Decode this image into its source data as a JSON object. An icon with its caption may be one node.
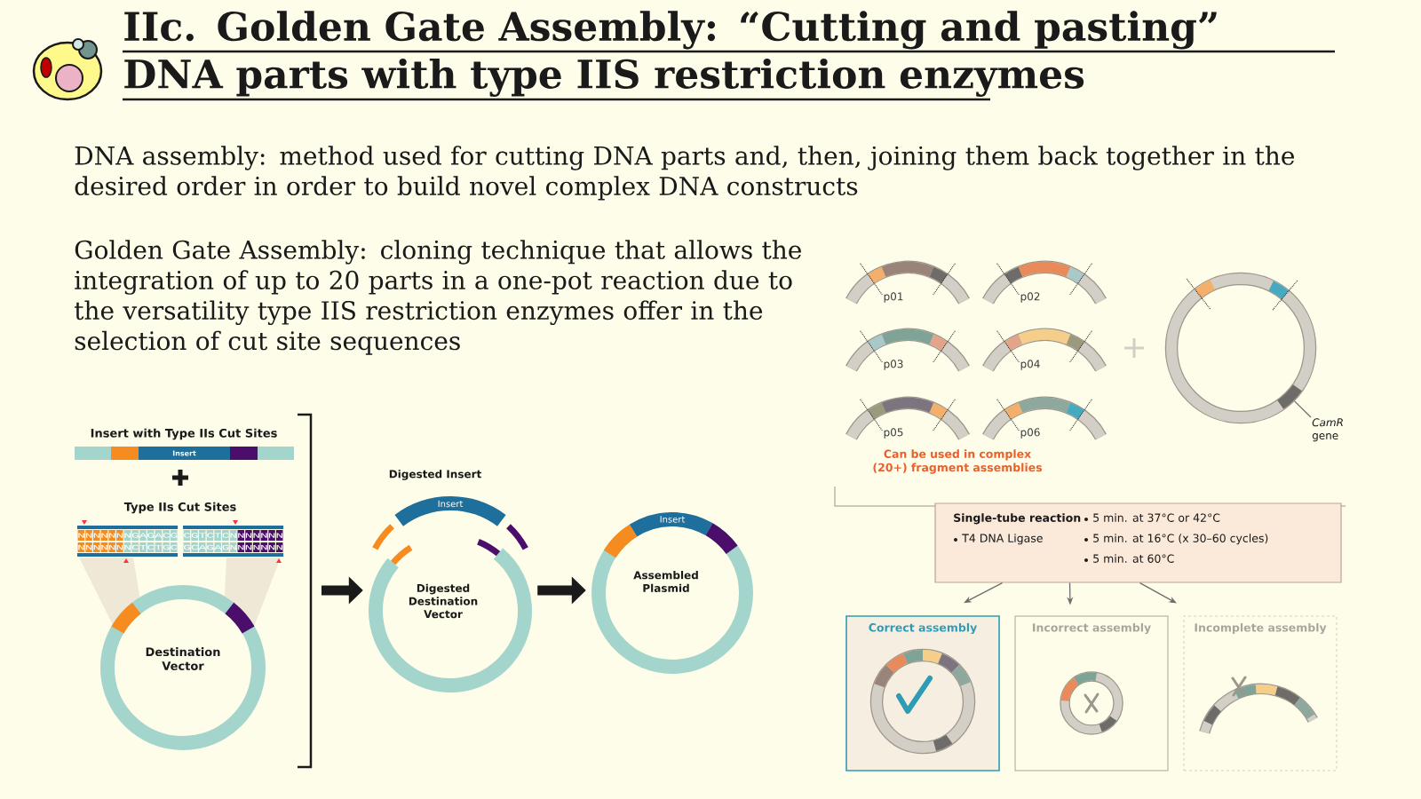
{
  "diagram": {
    "title": "IIc. Golden Gate Assembly: “Cutting and pasting” DNA parts with type IIS restriction enzymes",
    "nodes": [
      {
        "text": [
          "Insert with Type IIs Cut Sites",
          "Insert"
        ]
      },
      {
        "text": [
          "Type IIs Cut Sites"
        ]
      },
      {
        "text": [
          "Destination Vector"
        ]
      },
      {
        "text": [
          "Digested Insert",
          "Insert"
        ]
      },
      {
        "text": [
          "Digested Destination Vector"
        ]
      },
      {
        "text": [
          "Insert",
          "Assembled Plasmid"
        ]
      },
      {
        "text": [
          "p01"
        ]
      },
      {
        "text": [
          "p02"
        ]
      },
      {
        "text": [
          "p03"
        ]
      },
      {
        "text": [
          "p04"
        ]
      },
      {
        "text": [
          "p05"
        ]
      },
      {
        "text": [
          "p06"
        ]
      },
      {
        "text": [],
        "shape": "circle"
      },
      {
        "text": [
          "*CamR* gene"
        ]
      },
      {
        "text": [
          "Single-tube reaction",
          "T4 DNA Ligase",
          "5 min. at 37°C or 42°C",
          "5 min. at 16°C (x 30–60 cycles)",
          "5 min. at 60°C"
        ]
      },
      {
        "text": [
          "Correct assembly"
        ]
      },
      {
        "text": [
          "Incorrect assembly"
        ]
      },
      {
        "text": [
          "Incomplete assembly"
        ]
      }
    ],
    "edges": [
      {
        "from": null,
        "to": 4,
        "arrow": "to",
        "style": "thick"
      },
      {
        "from": 4,
        "to": 5,
        "arrow": "to",
        "style": "thick"
      },
      {
        "from": 13,
        "to": 12,
        "arrow": "none"
      },
      {
        "from": 14,
        "to": 15,
        "arrow": "to"
      },
      {
        "from": 14,
        "to": 16,
        "arrow": "to"
      },
      {
        "from": 14,
        "to": 17,
        "arrow": "to"
      }
    ],
    "labels": [
      "DNA assembly: method used for cutting DNA parts and, then, joining them back together in the desired order in order to build novel complex DNA constructs",
      "Golden Gate Assembly: cloning technique that allows the integration of up to 20 parts in a one-pot reaction due to the versatility type IIS restriction enzymes offer in the selection of cut site sequences",
      "NNNNNNNGAGACG",
      "NNNNNNNCTCTGC",
      "CGTCTCNNNNNNN",
      "GCAGAGNNNNNNN",
      "Can be used in complex (20+) fragment assemblies"
    ]
  }
}
